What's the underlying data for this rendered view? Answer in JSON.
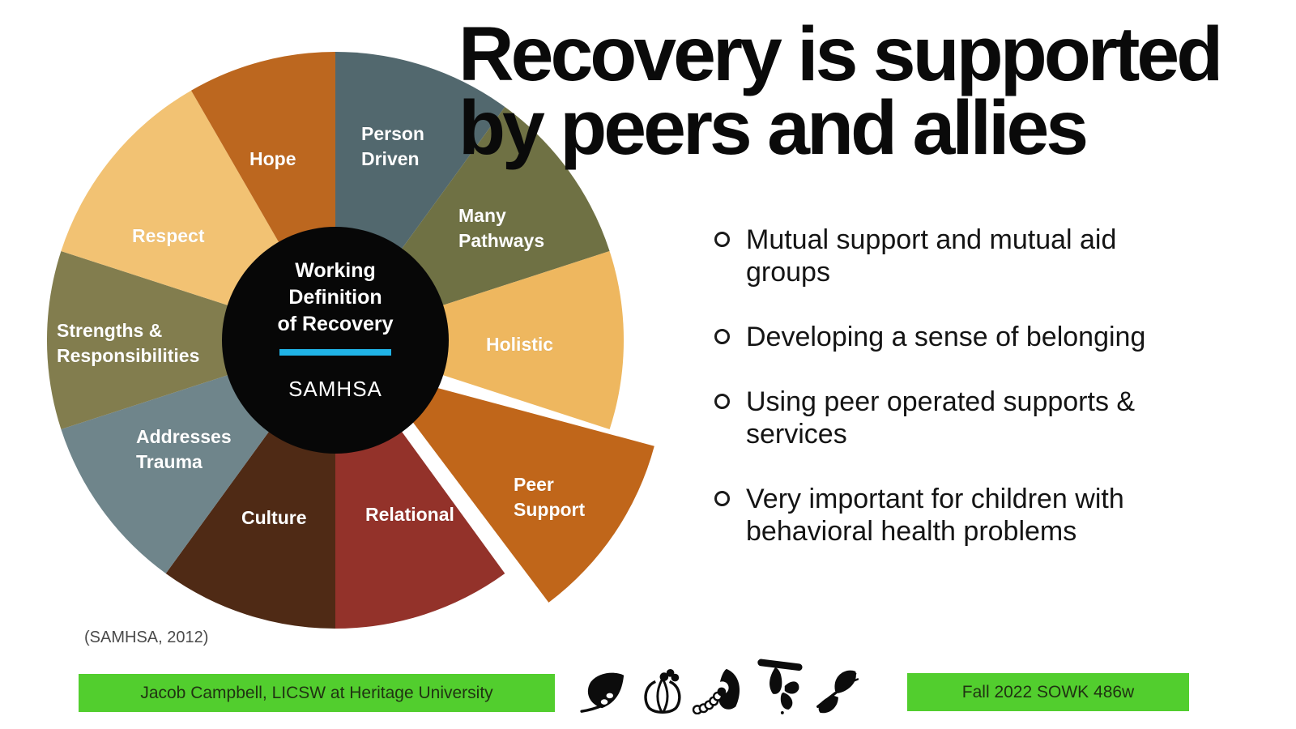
{
  "slide": {
    "title_lines": [
      "Recovery is supported",
      "by peers and allies"
    ],
    "bullets": [
      "Mutual support and mutual aid groups",
      "Developing a sense of belonging",
      "Using peer operated supports & services",
      "Very important for children with behavioral health problems"
    ],
    "citation": "(SAMHSA, 2012)",
    "footer_left_label": "Jacob Campbell, LICSW at Heritage University",
    "footer_right_label": "Fall 2022 SOWK 486w",
    "accent_green": "#52ce2e",
    "footer_icons": [
      "leaf-with-eggs-icon",
      "hatching-larva-icon",
      "caterpillar-icon",
      "chrysalis-icon",
      "butterfly-icon"
    ]
  },
  "chart_data": {
    "type": "pie",
    "title": "Working Definition of Recovery",
    "center_title_lines": [
      "Working",
      "Definition",
      "of Recovery"
    ],
    "center_subtitle": "SAMHSA",
    "center_bg": "#070707",
    "divider_color": "#20b3e6",
    "legend_position": "labels-on-slices",
    "center": [
      414,
      420
    ],
    "radius": 356,
    "inner_circle_radius": 140,
    "segments": [
      {
        "label": "Person Driven",
        "start_deg": 0,
        "end_deg": 36,
        "color": "#52686e",
        "exploded": false,
        "label_lines": [
          "Person",
          "Driven"
        ],
        "label_x": 446,
        "label_y": 150
      },
      {
        "label": "Many Pathways",
        "start_deg": 36,
        "end_deg": 72,
        "color": "#6f7144",
        "exploded": false,
        "label_lines": [
          "Many",
          "Pathways"
        ],
        "label_x": 566,
        "label_y": 251
      },
      {
        "label": "Holistic",
        "start_deg": 72,
        "end_deg": 108,
        "color": "#eeb75f",
        "exploded": false,
        "label_lines": [
          "Holistic"
        ],
        "label_x": 600,
        "label_y": 410
      },
      {
        "label": "Peer Support",
        "start_deg": 105,
        "end_deg": 143,
        "color": "#c0661a",
        "exploded": true,
        "apex": [
          462,
          458
        ],
        "radius": 358,
        "label_lines": [
          "Peer",
          "Support"
        ],
        "label_x": 634,
        "label_y": 583
      },
      {
        "label": "Relational",
        "start_deg": 144,
        "end_deg": 180,
        "color": "#93322a",
        "exploded": false,
        "label_lines": [
          "Relational"
        ],
        "label_x": 451,
        "label_y": 620
      },
      {
        "label": "Culture",
        "start_deg": 180,
        "end_deg": 216,
        "color": "#4f2a15",
        "exploded": false,
        "label_lines": [
          "Culture"
        ],
        "label_x": 298,
        "label_y": 624
      },
      {
        "label": "Addresses Trauma",
        "start_deg": 216,
        "end_deg": 252,
        "color": "#6f858b",
        "exploded": false,
        "label_lines": [
          "Addresses",
          "Trauma"
        ],
        "label_x": 168,
        "label_y": 524
      },
      {
        "label": "Strengths & Responsibilities",
        "start_deg": 252,
        "end_deg": 288,
        "color": "#827d4e",
        "exploded": false,
        "label_lines": [
          "Strengths &",
          "Responsibilities"
        ],
        "label_x": 70,
        "label_y": 393
      },
      {
        "label": "Respect",
        "start_deg": 288,
        "end_deg": 330,
        "color": "#f2c273",
        "exploded": false,
        "label_lines": [
          "Respect"
        ],
        "label_x": 163,
        "label_y": 276
      },
      {
        "label": "Hope",
        "start_deg": 330,
        "end_deg": 360,
        "color": "#bc671f",
        "exploded": false,
        "label_lines": [
          "Hope"
        ],
        "label_x": 308,
        "label_y": 181
      }
    ]
  }
}
